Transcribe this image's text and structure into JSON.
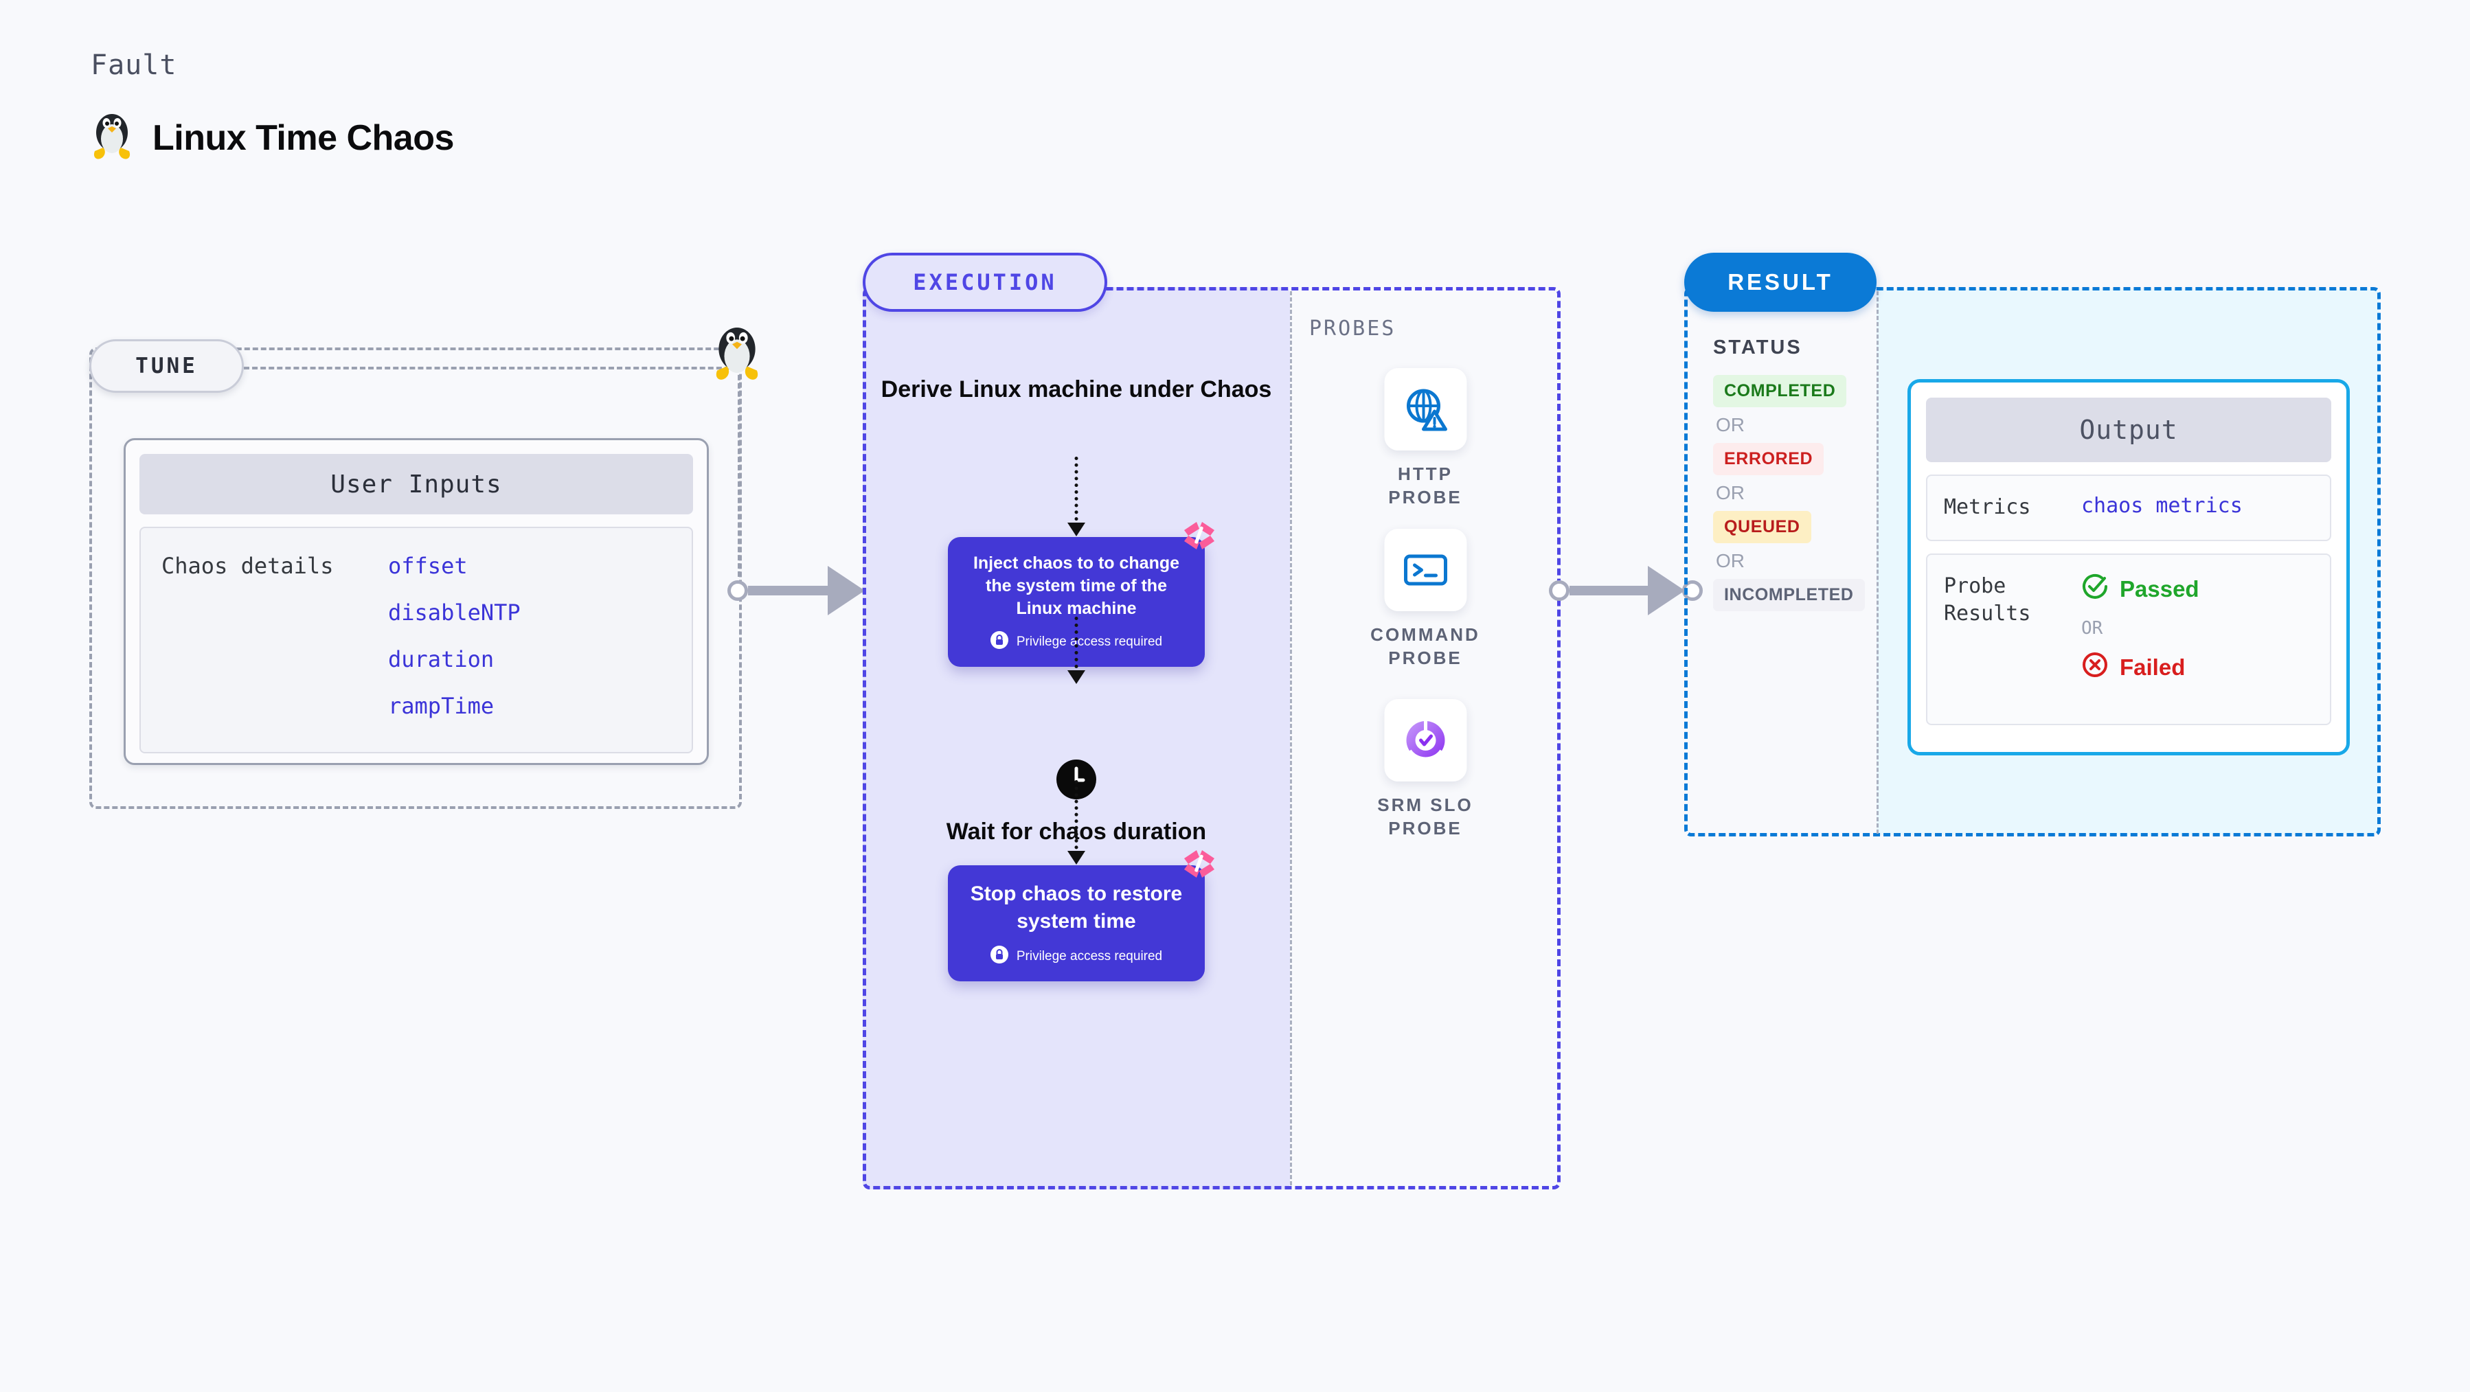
{
  "header": {
    "kicker": "Fault",
    "title": "Linux Time Chaos",
    "icon": "linux-penguin-icon"
  },
  "tune": {
    "pill_label": "TUNE",
    "inputs_card": {
      "header": "User Inputs",
      "row_label": "Chaos details",
      "params": [
        "offset",
        "disableNTP",
        "duration",
        "rampTime"
      ]
    }
  },
  "execution": {
    "pill_label": "EXECUTION",
    "steps": {
      "derive": "Derive Linux machine under Chaos",
      "inject": {
        "title": "Inject chaos to to change the system time of the Linux machine",
        "privilege": "Privilege access required",
        "badge": "harness-logo-icon"
      },
      "wait": "Wait for chaos duration",
      "wait_icon": "clock-icon",
      "stop": {
        "title": "Stop chaos to restore system time",
        "privilege": "Privilege access required",
        "badge": "harness-logo-icon"
      }
    }
  },
  "probes": {
    "label": "PROBES",
    "items": [
      {
        "name": "HTTP PROBE",
        "icon": "globe-warning-icon"
      },
      {
        "name": "COMMAND PROBE",
        "icon": "terminal-icon"
      },
      {
        "name": "SRM SLO PROBE",
        "icon": "slo-gauge-check-icon"
      }
    ]
  },
  "result": {
    "pill_label": "RESULT",
    "status_label": "STATUS",
    "or_label": "OR",
    "statuses": [
      {
        "label": "COMPLETED",
        "color": "#1b7a1b",
        "bg": "#e3f7e3"
      },
      {
        "label": "ERRORED",
        "color": "#cc1f1f",
        "bg": "#fdeced"
      },
      {
        "label": "QUEUED",
        "color": "#b81c1c",
        "bg": "#fdefc4"
      },
      {
        "label": "INCOMPLETED",
        "color": "#5d6376",
        "bg": "#f1f1f6"
      }
    ],
    "output": {
      "header": "Output",
      "metrics_key": "Metrics",
      "metrics_value": "chaos metrics",
      "probe_results_key": "Probe Results",
      "passed": "Passed",
      "failed": "Failed",
      "or_label": "OR"
    }
  },
  "colors": {
    "page_bg": "#f8f9fc",
    "execution_accent": "#4f46e5",
    "result_accent": "#0b7ad6",
    "chaos_card": "#4338d6",
    "param_link": "#3b34d8",
    "harness_pink": "#fb5c9a",
    "output_border": "#18a8e8"
  }
}
